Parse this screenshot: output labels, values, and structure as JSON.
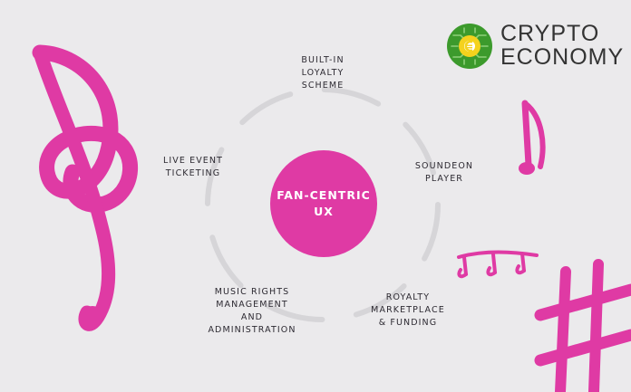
{
  "center": {
    "label": "FAN-CENTRIC\nUX"
  },
  "nodes": [
    {
      "id": "loyalty",
      "label": "BUILT-IN\nLOYALTY\nSCHEME"
    },
    {
      "id": "player",
      "label": "SOUNDEON\nPLAYER"
    },
    {
      "id": "royalty",
      "label": "ROYALTY\nMARKETPLACE\n& FUNDING"
    },
    {
      "id": "rights",
      "label": "MUSIC RIGHTS\nMANAGEMENT\nAND\nADMINISTRATION"
    },
    {
      "id": "ticketing",
      "label": "LIVE EVENT\nTICKETING"
    }
  ],
  "logo": {
    "line1": "CRYPTO",
    "line2": "ECONOMY"
  },
  "colors": {
    "accent": "#df3aa4",
    "background": "#ebeaec",
    "ring": "#d6d5d8",
    "text": "#2d2a32",
    "logo_green": "#3c9a2c",
    "logo_yellow": "#f4d21d"
  },
  "decorations": [
    "treble-clef-icon",
    "eighth-note-icon",
    "beamed-notes-icon",
    "sharp-sign-icon"
  ]
}
